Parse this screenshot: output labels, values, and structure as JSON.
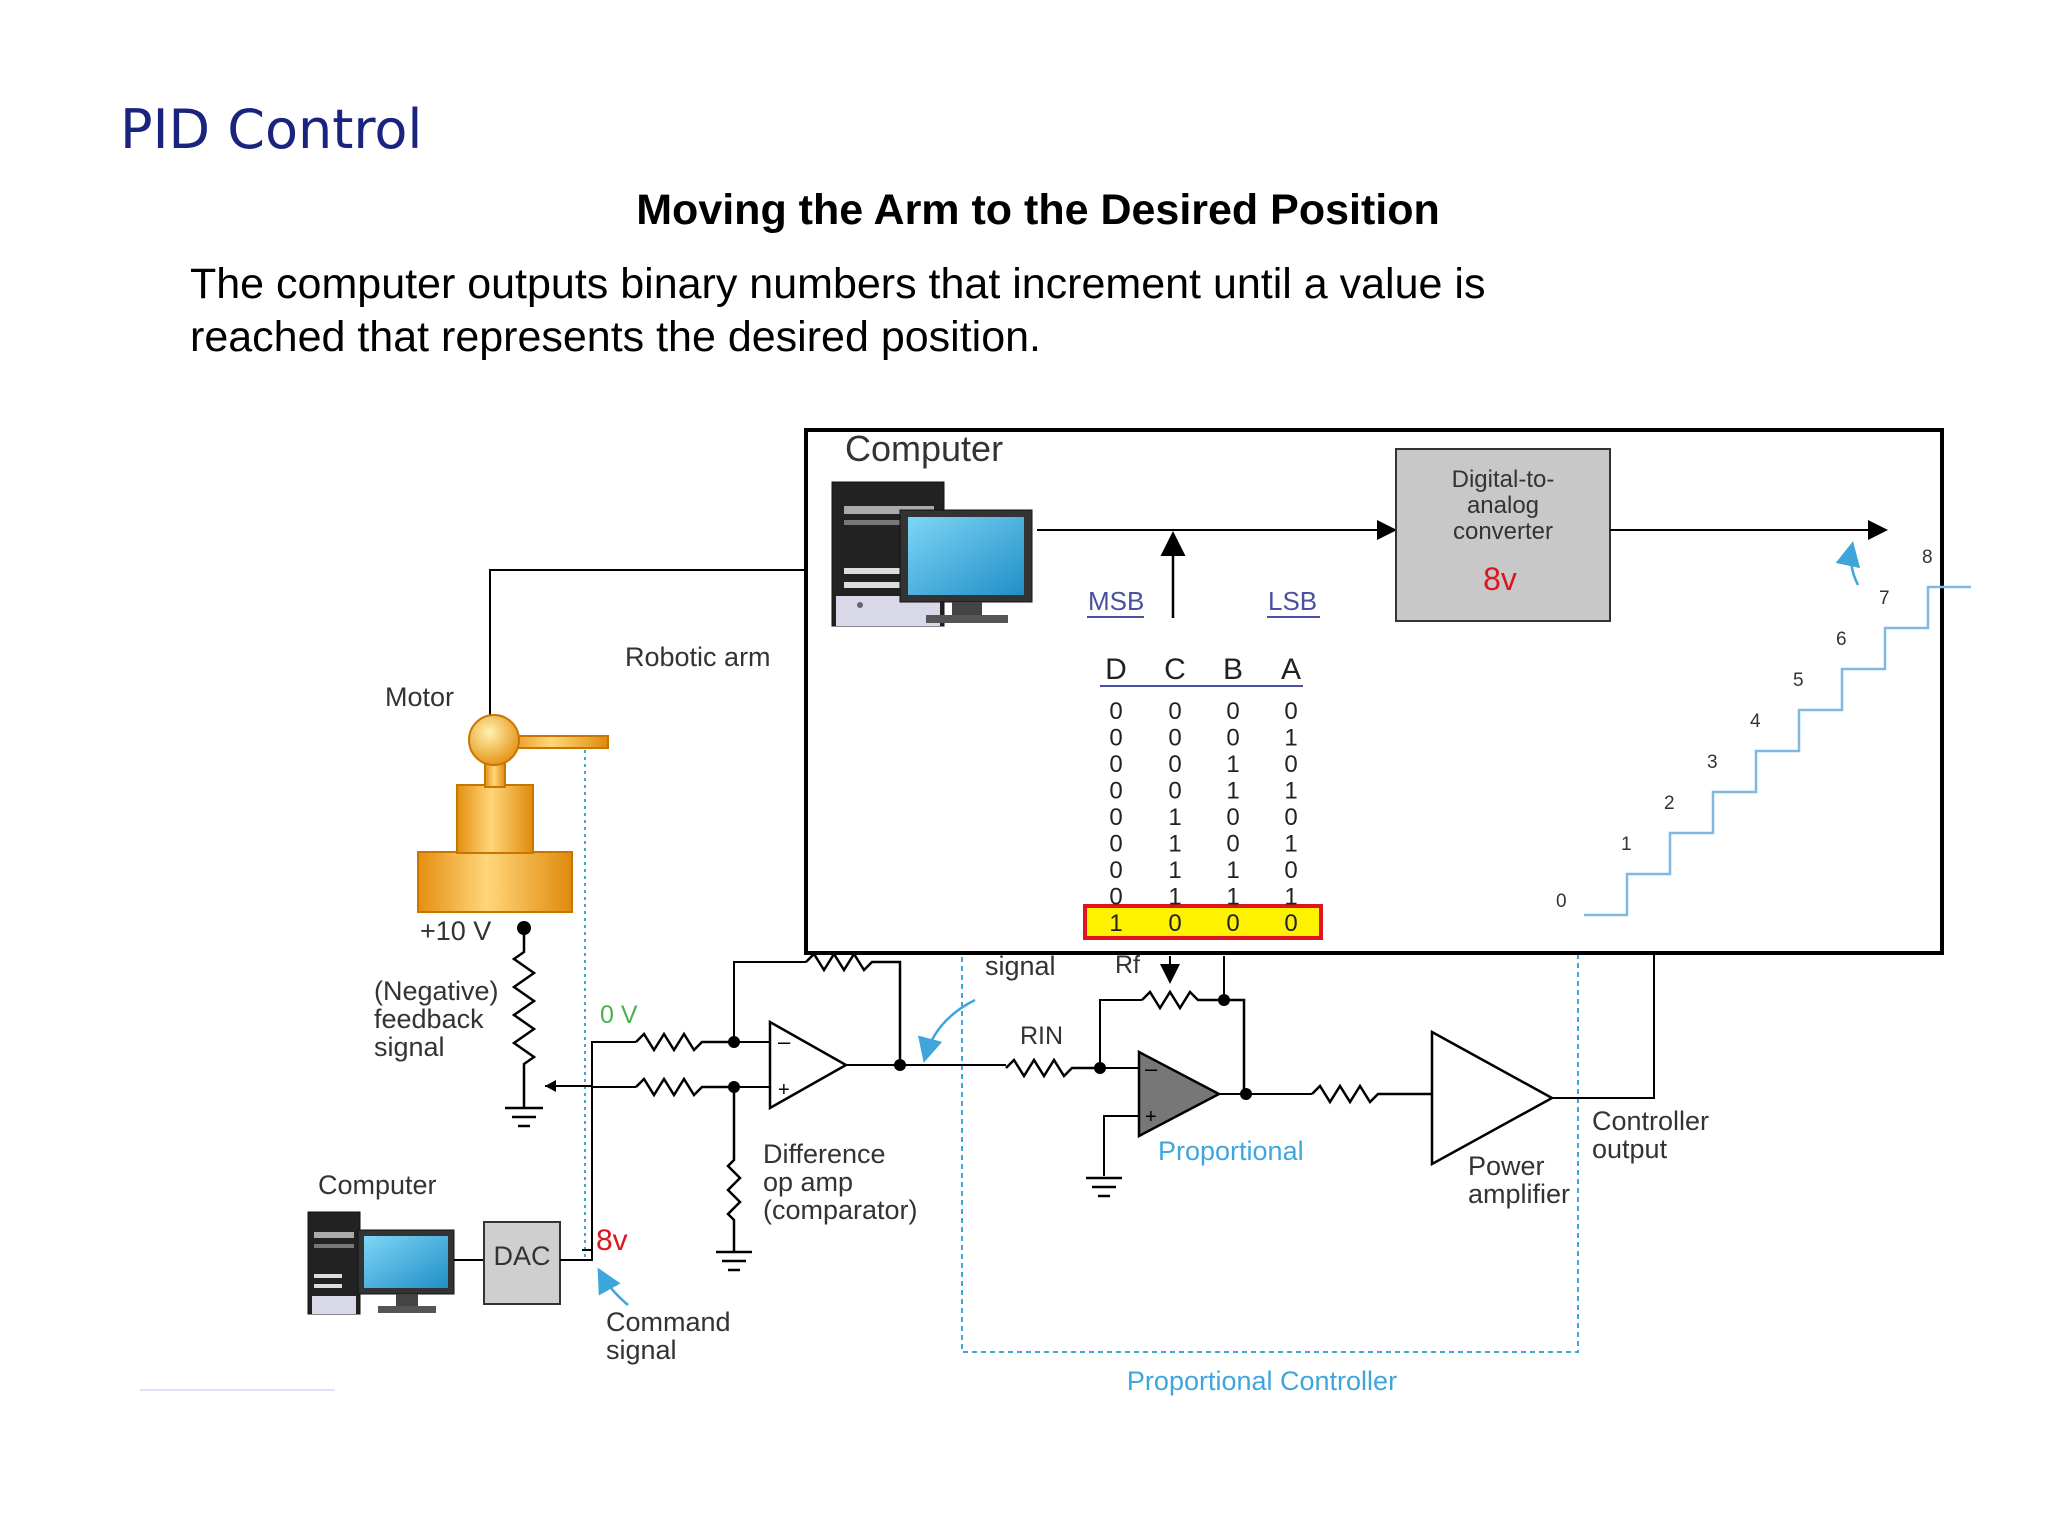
{
  "slide": {
    "title": "PID Control",
    "subtitle": "Moving the Arm to the Desired Position",
    "body_lines": [
      "The computer outputs binary numbers that increment until a value is",
      "reached that represents the desired position."
    ]
  },
  "diagram": {
    "computer_box_title": "Computer",
    "dac_lines": [
      "Digital-to-",
      "analog",
      "converter"
    ],
    "dac_voltage": "8v",
    "msb": "MSB",
    "lsb": "LSB",
    "bit_headers": [
      "D",
      "C",
      "B",
      "A"
    ],
    "bit_rows": [
      [
        "0",
        "0",
        "0",
        "0"
      ],
      [
        "0",
        "0",
        "0",
        "1"
      ],
      [
        "0",
        "0",
        "1",
        "0"
      ],
      [
        "0",
        "0",
        "1",
        "1"
      ],
      [
        "0",
        "1",
        "0",
        "0"
      ],
      [
        "0",
        "1",
        "0",
        "1"
      ],
      [
        "0",
        "1",
        "1",
        "0"
      ],
      [
        "0",
        "1",
        "1",
        "1"
      ],
      [
        "1",
        "0",
        "0",
        "0"
      ]
    ],
    "step_labels": [
      "0",
      "1",
      "2",
      "3",
      "4",
      "5",
      "6",
      "7",
      "8"
    ],
    "robotic_arm": "Robotic arm",
    "motor": "Motor",
    "supply": "+10 V",
    "feedback_lines": [
      "(Negative)",
      "feedback",
      "signal"
    ],
    "zero_v": "0 V",
    "signal": "signal",
    "rf": "Rf",
    "rin": "RIN",
    "diff_amp_lines": [
      "Difference",
      "op amp",
      "(comparator)"
    ],
    "proportional": "Proportional",
    "power_amp_lines": [
      "Power",
      "amplifier"
    ],
    "controller_output_lines": [
      "Controller",
      "output"
    ],
    "computer_small": "Computer",
    "dac_small": "DAC",
    "command_voltage": "8v",
    "command_lines": [
      "Command",
      "signal"
    ],
    "proportional_controller": "Proportional Controller"
  },
  "colors": {
    "title": "#1a237e",
    "accent_red": "#e0141e",
    "accent_blue": "#3fa6dc",
    "accent_green": "#4caf50",
    "highlight_fill": "#fff200",
    "motor_orange": "#f2a51f",
    "dac_fill": "#c8c8c8"
  }
}
